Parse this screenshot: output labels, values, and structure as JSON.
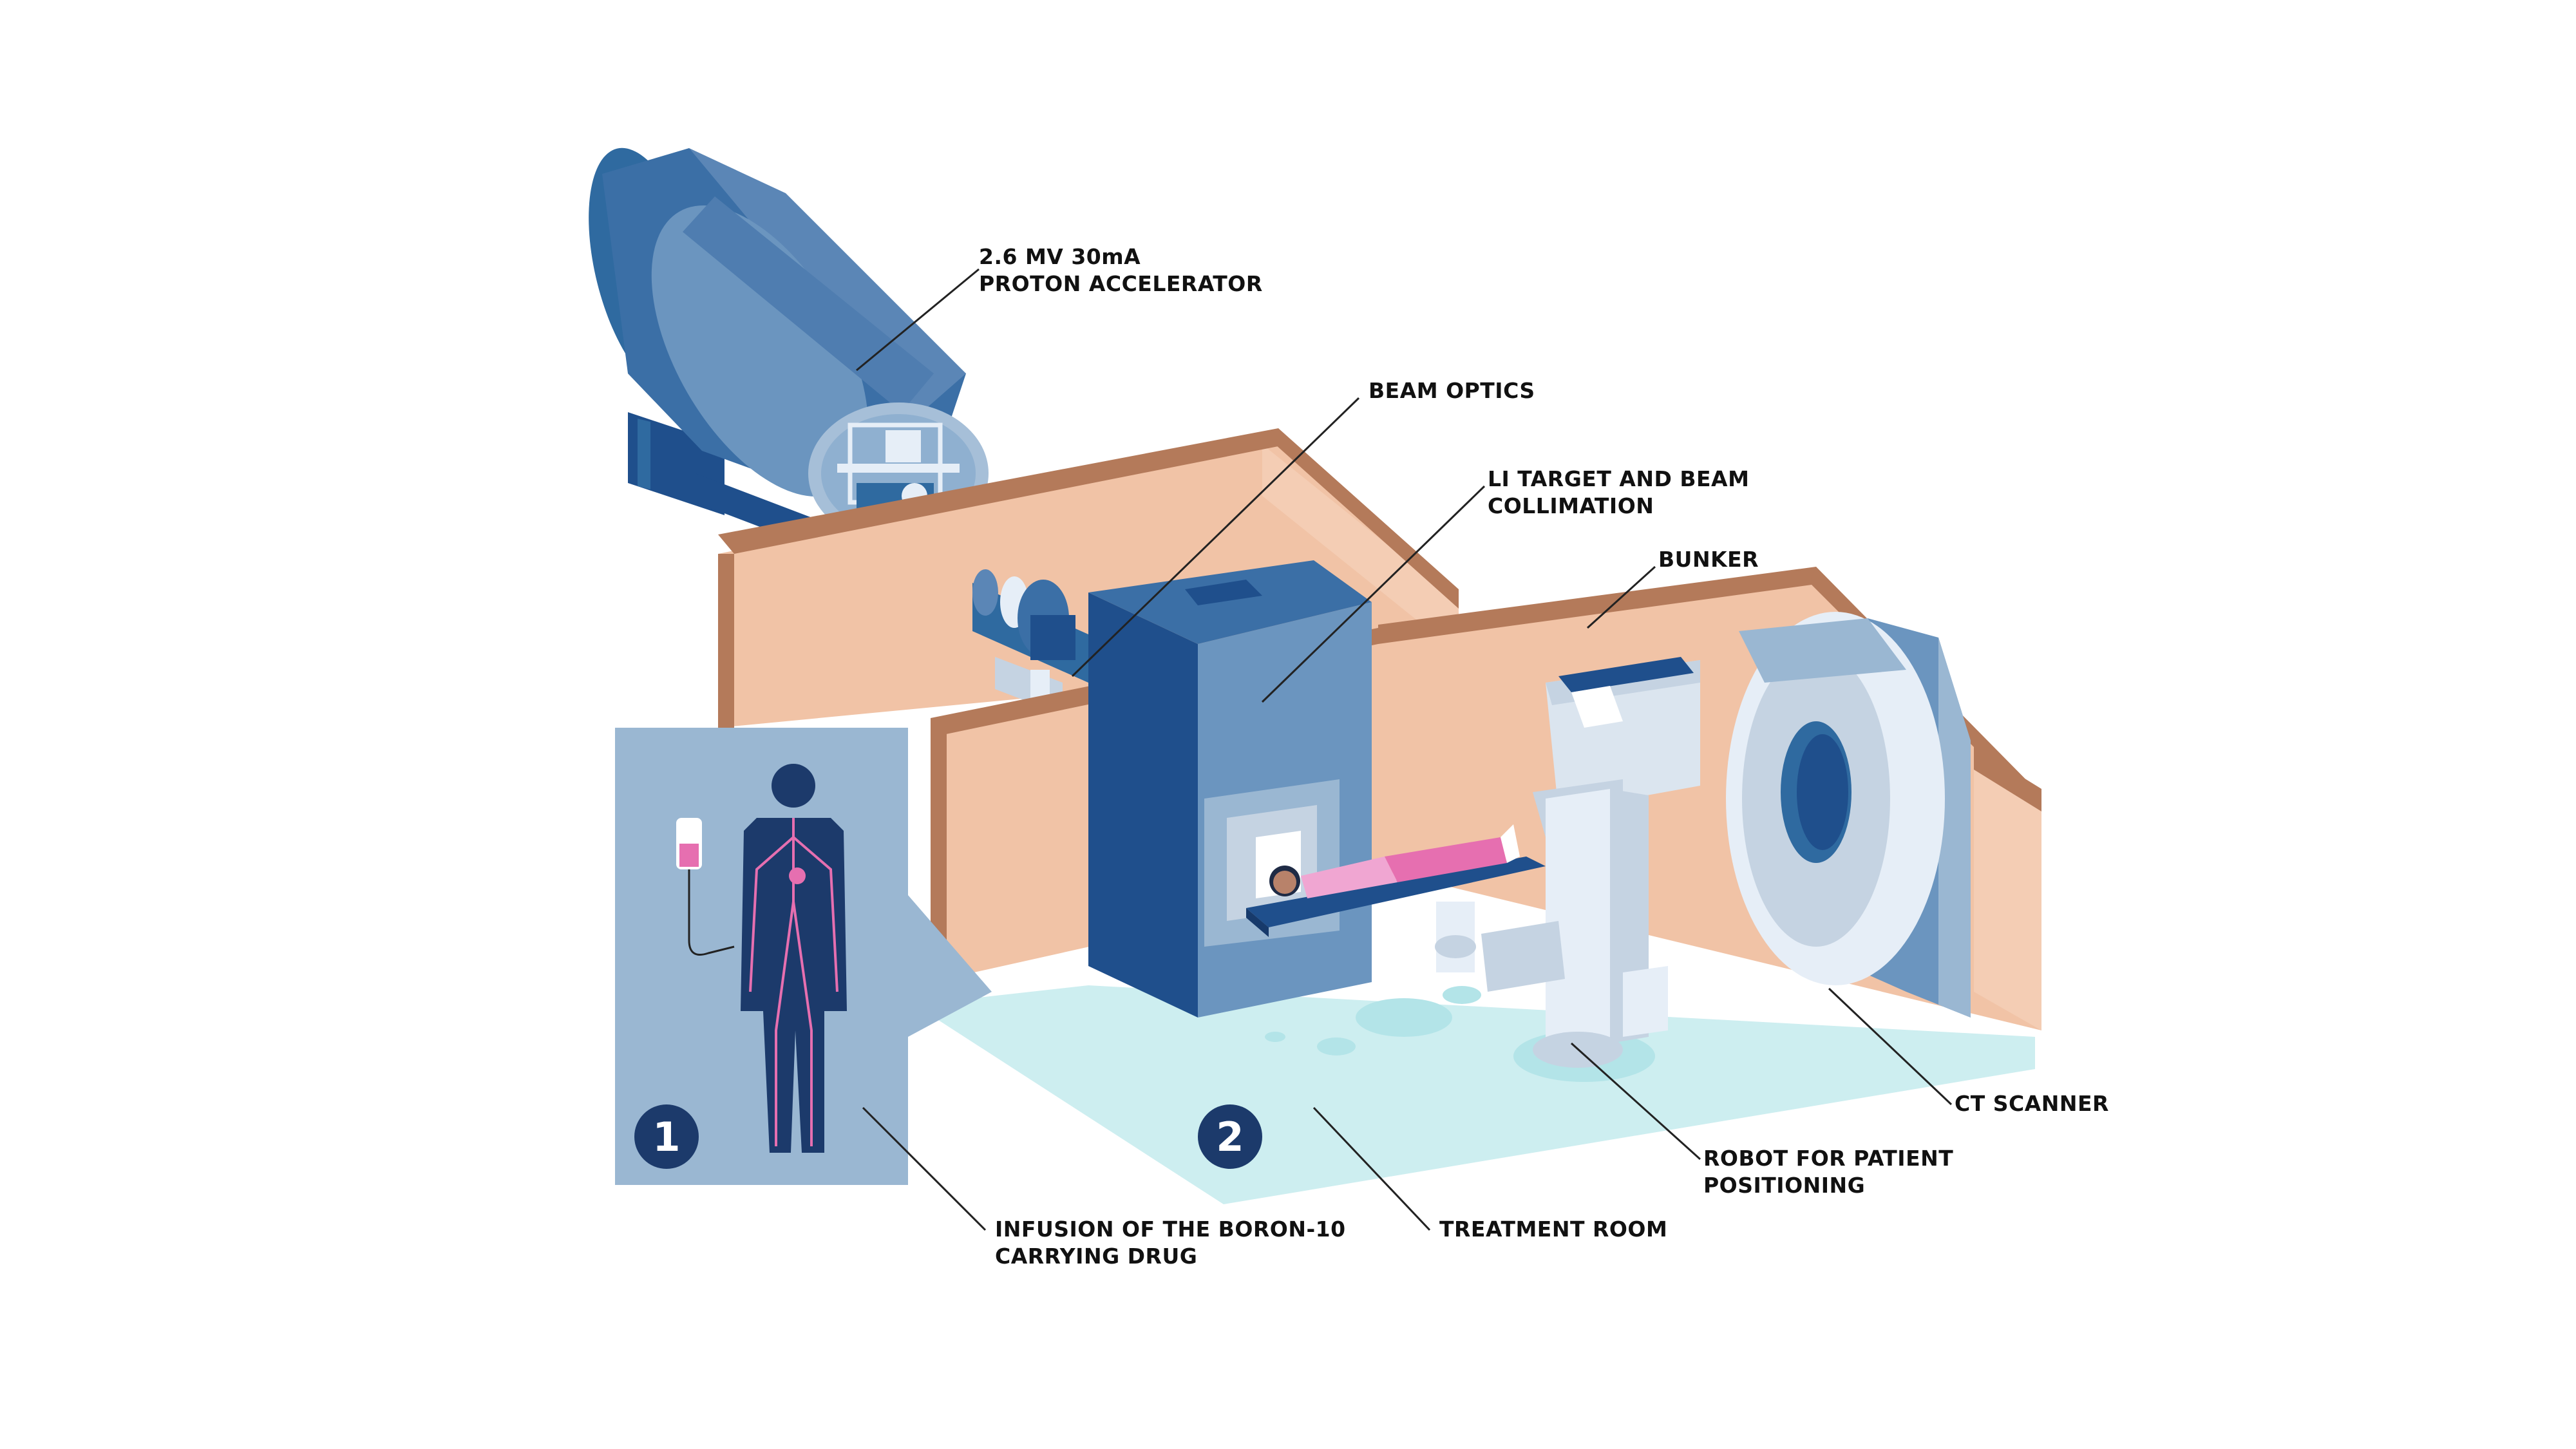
{
  "labels": {
    "accelerator": [
      "2.6 MV 30mA",
      "PROTON ACCELERATOR"
    ],
    "beam_optics": [
      "BEAM OPTICS"
    ],
    "li_target": [
      "LI TARGET AND BEAM",
      "COLLIMATION"
    ],
    "bunker": [
      "BUNKER"
    ],
    "ct_scanner": [
      "CT SCANNER"
    ],
    "robot": [
      "ROBOT FOR PATIENT",
      "POSITIONING"
    ],
    "treatment_room": [
      "TREATMENT ROOM"
    ],
    "infusion": [
      "INFUSION OF THE BORON-10",
      "CARRYING DRUG"
    ]
  },
  "steps": {
    "one": "1",
    "two": "2"
  },
  "colors": {
    "dark_navy": "#1c3a6b",
    "mid_blue": "#2f6aa0",
    "light_blue": "#6b95bf",
    "panel_blue": "#9ab7d2",
    "bunker_face": "#f1c3a6",
    "bunker_top": "#b47a5a",
    "floor": "#cdeef0",
    "pink": "#e66fb0",
    "machine_white": "#d9e3ee"
  }
}
